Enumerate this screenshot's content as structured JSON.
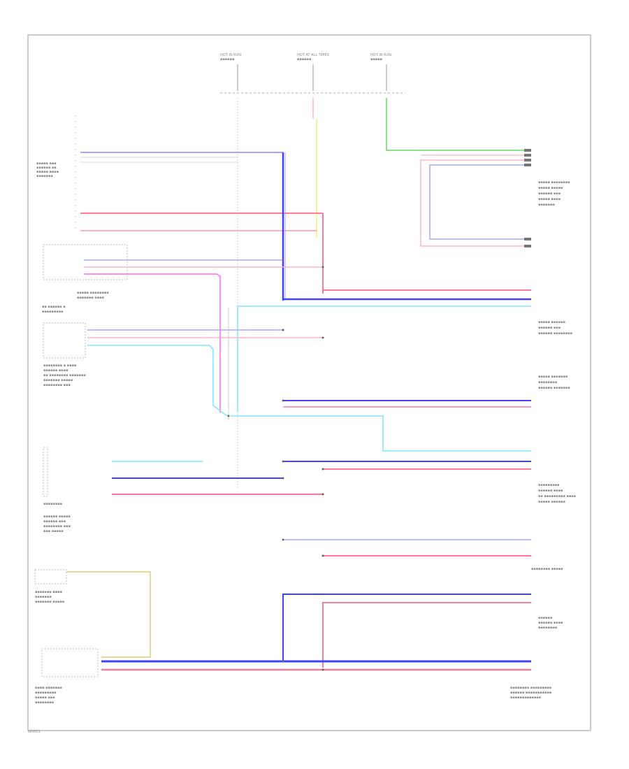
{
  "page_id": "W0001",
  "colors": {
    "frame": "#9a9a9a",
    "blue": "#3b3bff",
    "violet": "#a6a6ff",
    "pink": "#ff7a9a",
    "light_pink": "#ffb3c6",
    "cyan": "#7fe6ff",
    "green": "#6ad26a",
    "yellow": "#f0f07a",
    "gray": "#c8c8c8",
    "orange": "#e8c87a",
    "magenta": "#ff6ae8"
  },
  "power_sources": [
    "HOT IN RUN",
    "HOT AT ALL TIMES",
    "HOT IN RUN"
  ]
}
